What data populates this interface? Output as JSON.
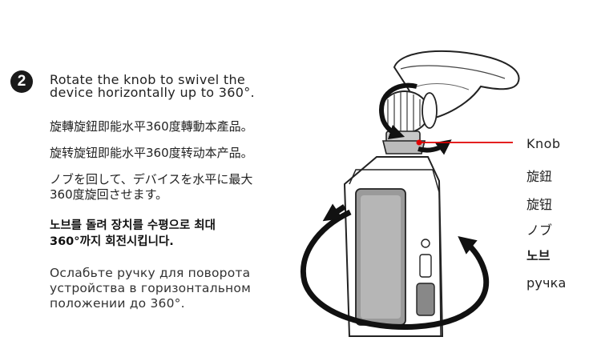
{
  "step": {
    "number": "2"
  },
  "instructions": {
    "en": "Rotate the knob to swivel the device horizontally up to 360°.",
    "zh_tw": "旋轉旋鈕即能水平360度轉動本產品。",
    "zh_cn": "旋转旋钮即能水平360度转动本产品。",
    "ja_line1": "ノブを回して、デバイスを水平に最大",
    "ja_line2": "360度旋回させます。",
    "ko_line1": "노브를 돌려 장치를 수평으로 최대",
    "ko_line2": "360°까지 회전시킵니다.",
    "ru_line1": "Ослабьте ручку для поворота",
    "ru_line2": "устройства в горизонтальном",
    "ru_line3": "положении до 360°."
  },
  "callout_labels": {
    "en": "Knob",
    "zh_tw": "旋鈕",
    "zh_cn": "旋钮",
    "ja": "ノブ",
    "ko": "노브",
    "ru": "ручка"
  },
  "colors": {
    "callout_line": "#e00000",
    "arrow": "#111111",
    "device": "#ffffff",
    "outline": "#222222"
  }
}
